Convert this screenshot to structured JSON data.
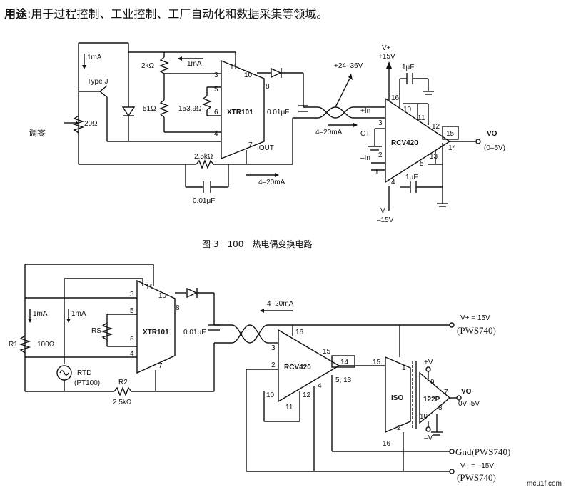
{
  "usage": {
    "label": "用途",
    "text": ":用于过程控制、工业控制、工厂自动化和数据采集等领域。"
  },
  "fig1": {
    "caption": "图 3－100　热电偶变换电路",
    "labels": {
      "current_1mA_left": "1mA",
      "type_j": "Type J",
      "zero_adj": "调零",
      "r_20": "20Ω",
      "r_2k": "2kΩ",
      "current_1mA_top": "1mA",
      "r_51": "51Ω",
      "r_153": "153.9Ω",
      "xtr": "XTR101",
      "pin_3": "3",
      "pin_5": "5",
      "pin_6": "6",
      "pin_4": "4",
      "pin_11": "11",
      "pin_10": "10",
      "pin_8": "8",
      "pin_7": "7",
      "iout": "IOUT",
      "r_2k5": "2.5kΩ",
      "cap_001_bottom": "0.01μF",
      "cur_4_20_bottom": "4–20mA",
      "cap_001": "0.01μF",
      "supply_24_36": "+24–36V",
      "cur_4_20_mid": "4–20mA",
      "vplus": "V+",
      "plus15": "+15V",
      "cap_1uF_top": "1μF",
      "in_plus": "+In",
      "ct": "CT",
      "in_minus": "–In",
      "rcv": "RCV420",
      "cap_1uF_bottom": "1μF",
      "vminus": "V–",
      "minus15": "–15V",
      "p16": "16",
      "p10": "10",
      "p11": "11",
      "p3": "3",
      "p12": "12",
      "p15": "15",
      "p14": "14",
      "p13": "13",
      "p2": "2",
      "p5": "5",
      "p1": "1",
      "p4": "4",
      "vo": "VO",
      "vo_range": "(0–5V)"
    }
  },
  "fig2": {
    "labels": {
      "cur_1mA_a": "1mA",
      "cur_1mA_b": "1mA",
      "r1": "R1",
      "r100": "100Ω",
      "rs": "RS",
      "xtr": "XTR101",
      "pin_3": "3",
      "pin_5": "5",
      "pin_6": "6",
      "pin_4": "4",
      "pin_11": "11",
      "pin_10": "10",
      "pin_8": "8",
      "pin_7": "7",
      "rtd": "RTD",
      "pt100": "(PT100)",
      "r2": "R2",
      "r2_val": "2.5kΩ",
      "cap_001": "0.01μF",
      "cur_4_20": "4–20mA",
      "rcv": "RCV420",
      "p16": "16",
      "p3": "3",
      "p2": "2",
      "p15": "15",
      "p14": "14",
      "p4": "4",
      "p5_13": "5, 13",
      "p10": "10",
      "p11": "11",
      "p12": "12",
      "iso": "ISO",
      "iso_amp": "122P",
      "ip15": "15",
      "ip1": "1",
      "ip2": "2",
      "ip16": "16",
      "ip9": "9",
      "ip7": "7",
      "ip8": "8",
      "ip10": "10",
      "plus_v": "+V",
      "minus_v": "–V",
      "vo": "VO",
      "vo_range": "0V–5V",
      "vplus_15": "V+ = 15V",
      "pws1": "(PWS740)",
      "gnd": "Gnd(PWS740)",
      "vminus_15": "V– = –15V",
      "pws2": "(PWS740)"
    }
  },
  "watermark": "mcu1f.com"
}
